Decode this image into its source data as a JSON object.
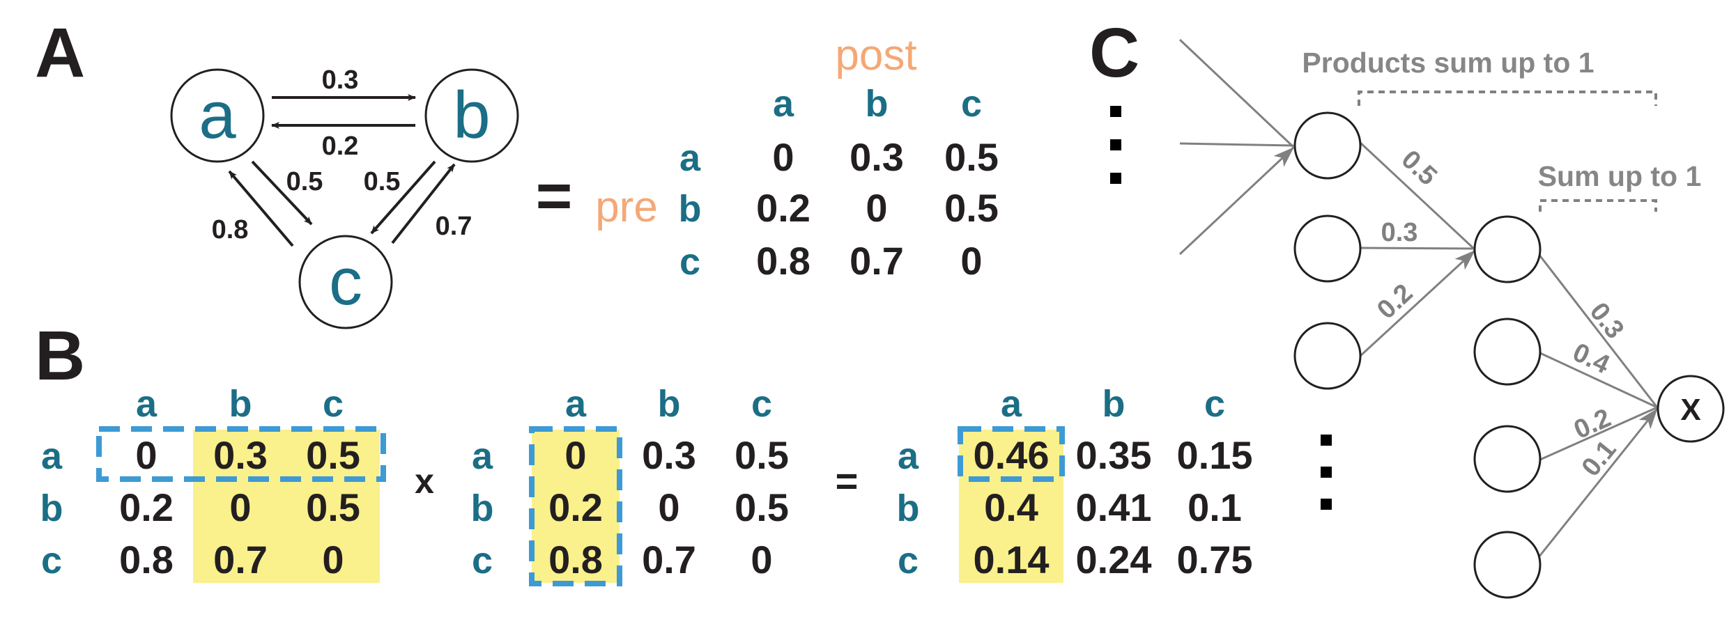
{
  "colors": {
    "teal": "#1b6e86",
    "black": "#231f20",
    "orange": "#f4a876",
    "highlight": "#faf08c",
    "dashed_blue": "#3d9ad4",
    "gray": "#808080"
  },
  "panels": {
    "a": "A",
    "b": "B",
    "c": "C"
  },
  "graph": {
    "nodes": [
      "a",
      "b",
      "c"
    ],
    "edges": [
      {
        "from": "a",
        "to": "b",
        "weight": "0.3"
      },
      {
        "from": "b",
        "to": "a",
        "weight": "0.2"
      },
      {
        "from": "a",
        "to": "c",
        "weight": "0.5"
      },
      {
        "from": "c",
        "to": "a",
        "weight": "0.8"
      },
      {
        "from": "b",
        "to": "c",
        "weight": "0.5"
      },
      {
        "from": "c",
        "to": "b",
        "weight": "0.7"
      }
    ]
  },
  "matrix_a": {
    "equals": "=",
    "post_label": "post",
    "pre_label": "pre",
    "col_labels": [
      "a",
      "b",
      "c"
    ],
    "row_labels": [
      "a",
      "b",
      "c"
    ],
    "cells": [
      [
        "0",
        "0.3",
        "0.5"
      ],
      [
        "0.2",
        "0",
        "0.5"
      ],
      [
        "0.8",
        "0.7",
        "0"
      ]
    ]
  },
  "matrix_b": {
    "col_labels": [
      "a",
      "b",
      "c"
    ],
    "row_labels": [
      "a",
      "b",
      "c"
    ],
    "times": "x",
    "equals": "=",
    "left": [
      [
        "0",
        "0.3",
        "0.5"
      ],
      [
        "0.2",
        "0",
        "0.5"
      ],
      [
        "0.8",
        "0.7",
        "0"
      ]
    ],
    "middle": [
      [
        "0",
        "0.3",
        "0.5"
      ],
      [
        "0.2",
        "0",
        "0.5"
      ],
      [
        "0.8",
        "0.7",
        "0"
      ]
    ],
    "result": [
      [
        "0.46",
        "0.35",
        "0.15"
      ],
      [
        "0.4",
        "0.41",
        "0.1"
      ],
      [
        "0.14",
        "0.24",
        "0.75"
      ]
    ]
  },
  "network": {
    "products_label": "Products sum up to 1",
    "sum_label": "Sum up to 1",
    "layer1_weights": [
      "0.5",
      "0.3",
      "0.2"
    ],
    "layer2_weights": [
      "0.3",
      "0.4",
      "0.2",
      "0.1"
    ],
    "output_node": "X"
  }
}
